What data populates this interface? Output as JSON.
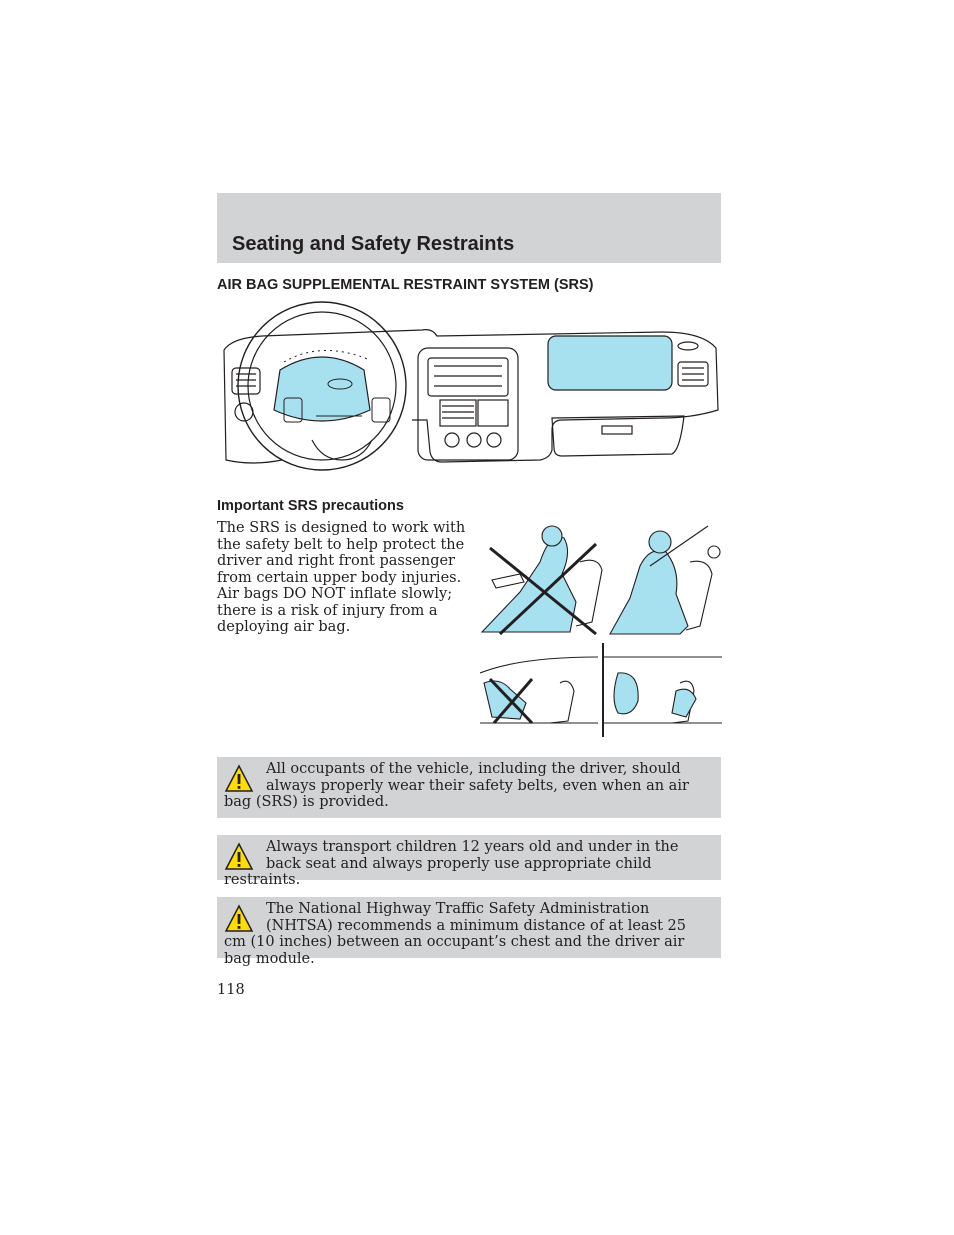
{
  "header": {
    "title": "Seating and Safety Restraints"
  },
  "section": {
    "heading": "AIR BAG SUPPLEMENTAL RESTRAINT SYSTEM (SRS)"
  },
  "precautions": {
    "heading": "Important SRS precautions",
    "body": "The SRS is designed to work with the safety belt to help protect the driver and right front passenger from certain upper body injuries. Air bags DO NOT inflate slowly; there is a risk of injury from a deploying air bag."
  },
  "warnings": [
    {
      "icon": "warning-triangle-icon",
      "text": "All occupants of the vehicle, including the driver, should always properly wear their safety belts, even when an air bag (SRS) is provided."
    },
    {
      "icon": "warning-triangle-icon",
      "text": "Always transport children 12 years old and under in the back seat and always properly use appropriate child restraints."
    },
    {
      "icon": "warning-triangle-icon",
      "text": "The National Highway Traffic Safety Administration (NHTSA) recommends a minimum distance of at least 25 cm (10 inches) between an occupant’s chest and the driver air bag module."
    }
  ],
  "footer": {
    "page_number": "118"
  },
  "colors": {
    "header_band": "#d1d3d4",
    "airbag_highlight": "#a7e1f0",
    "text": "#231f20"
  }
}
